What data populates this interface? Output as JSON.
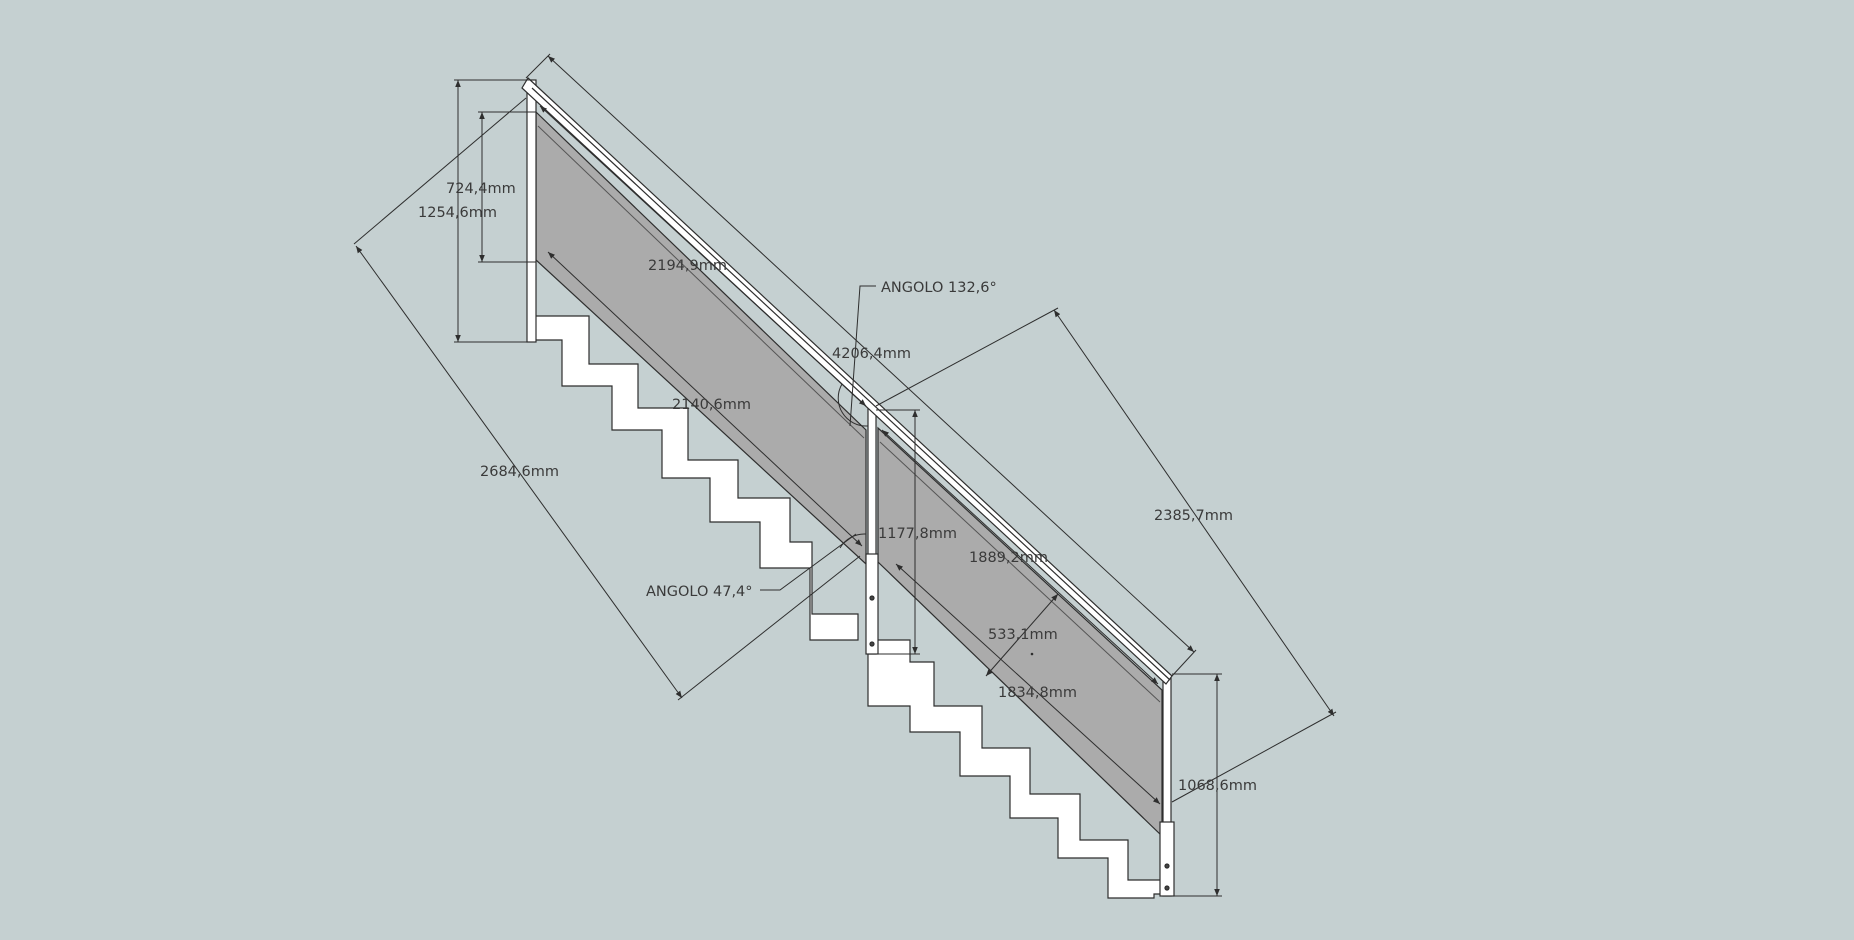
{
  "colors": {
    "background": "#c5d0d1",
    "glass_panel": "#ababab",
    "stair_fill": "#ffffff",
    "line": "#2e2e2e",
    "label_text": "#3a3a3a"
  },
  "dimensions": {
    "upper_panel_height": "724,4mm",
    "upper_post_height": "1254,6mm",
    "upper_rail_length": "2194,9mm",
    "total_rail_length": "4206,4mm",
    "upper_panel_length": "2140,6mm",
    "upper_flight_length": "2684,6mm",
    "lower_flight_length": "2385,7mm",
    "middle_post_height": "1177,8mm",
    "lower_rail_length": "1889,2mm",
    "panel_offset": "533,1mm",
    "lower_panel_length": "1834,8mm",
    "lower_post_height": "1068,6mm"
  },
  "angles": {
    "top_angle": "ANGOLO  132,6°",
    "bottom_angle": "ANGOLO 47,4°"
  }
}
